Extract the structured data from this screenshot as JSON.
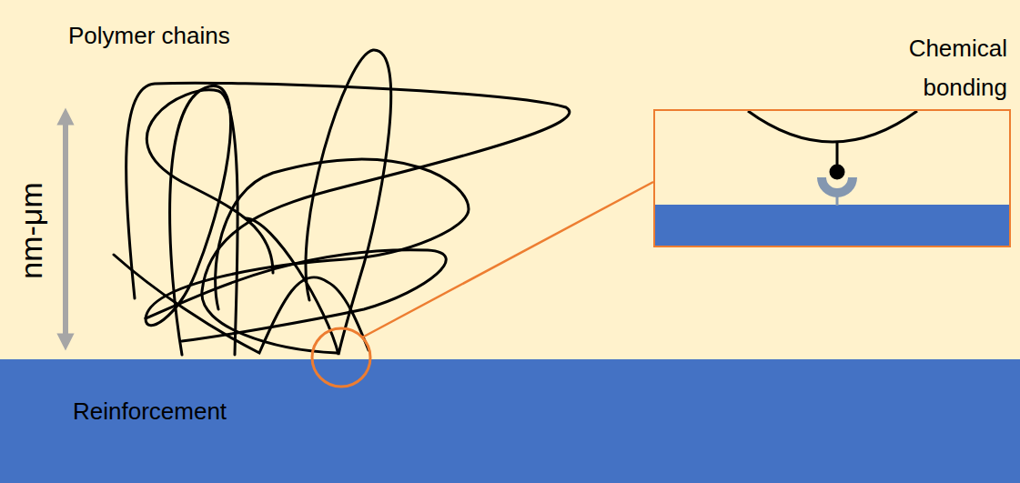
{
  "diagram": {
    "nodes": [
      {
        "text": [
          "Reinforcement"
        ]
      },
      {
        "text": [
          "Chemical bonding"
        ]
      }
    ],
    "labels": [
      "Polymer chains",
      "nm-μm"
    ]
  }
}
